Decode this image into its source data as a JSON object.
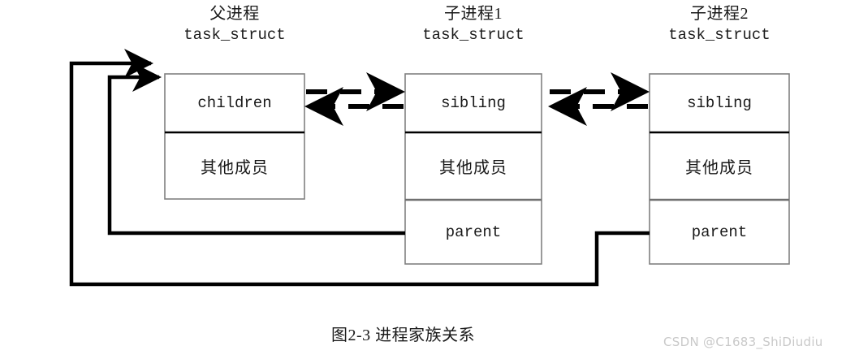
{
  "figure": {
    "caption": "图2-3 进程家族关系",
    "watermark": "CSDN @C1683_ShiDiudiu",
    "colors": {
      "box_border": "#808080",
      "divider_strong": "#000000",
      "divider_gray": "#707070",
      "link_line": "#000000",
      "text": "#1a1a1a",
      "watermark": "#c9c9c9",
      "background": "#ffffff"
    }
  },
  "nodes": [
    {
      "id": "parent-process",
      "title_cn": "父进程",
      "title_mono": "task_struct",
      "fields": [
        {
          "id": "children",
          "label": "children",
          "style": "mono"
        },
        {
          "id": "other-members",
          "label": "其他成员",
          "style": "cn"
        }
      ]
    },
    {
      "id": "child-process-1",
      "title_cn": "子进程1",
      "title_mono": "task_struct",
      "fields": [
        {
          "id": "sibling",
          "label": "sibling",
          "style": "mono"
        },
        {
          "id": "other-members",
          "label": "其他成员",
          "style": "cn"
        },
        {
          "id": "parent",
          "label": "parent",
          "style": "mono"
        }
      ]
    },
    {
      "id": "child-process-2",
      "title_cn": "子进程2",
      "title_mono": "task_struct",
      "fields": [
        {
          "id": "sibling",
          "label": "sibling",
          "style": "mono"
        },
        {
          "id": "other-members",
          "label": "其他成员",
          "style": "cn"
        },
        {
          "id": "parent",
          "label": "parent",
          "style": "mono"
        }
      ]
    }
  ],
  "links": [
    {
      "id": "children-to-sibling1",
      "style": "dashed",
      "direction": "right",
      "from": "parent.children",
      "to": "child1.sibling"
    },
    {
      "id": "sibling1-to-children",
      "style": "dashed",
      "direction": "left",
      "from": "child1.sibling",
      "to": "parent.children"
    },
    {
      "id": "sibling1-to-sibling2",
      "style": "dashed",
      "direction": "right",
      "from": "child1.sibling",
      "to": "child2.sibling"
    },
    {
      "id": "sibling2-to-sibling1",
      "style": "dashed",
      "direction": "left",
      "from": "child2.sibling",
      "to": "child1.sibling"
    },
    {
      "id": "child1-parent-to-parent",
      "style": "solid",
      "direction": "right",
      "from": "child1.parent",
      "to": "parent.children"
    },
    {
      "id": "child2-parent-to-parent",
      "style": "solid",
      "direction": "right",
      "from": "child2.parent",
      "to": "parent.children"
    }
  ]
}
